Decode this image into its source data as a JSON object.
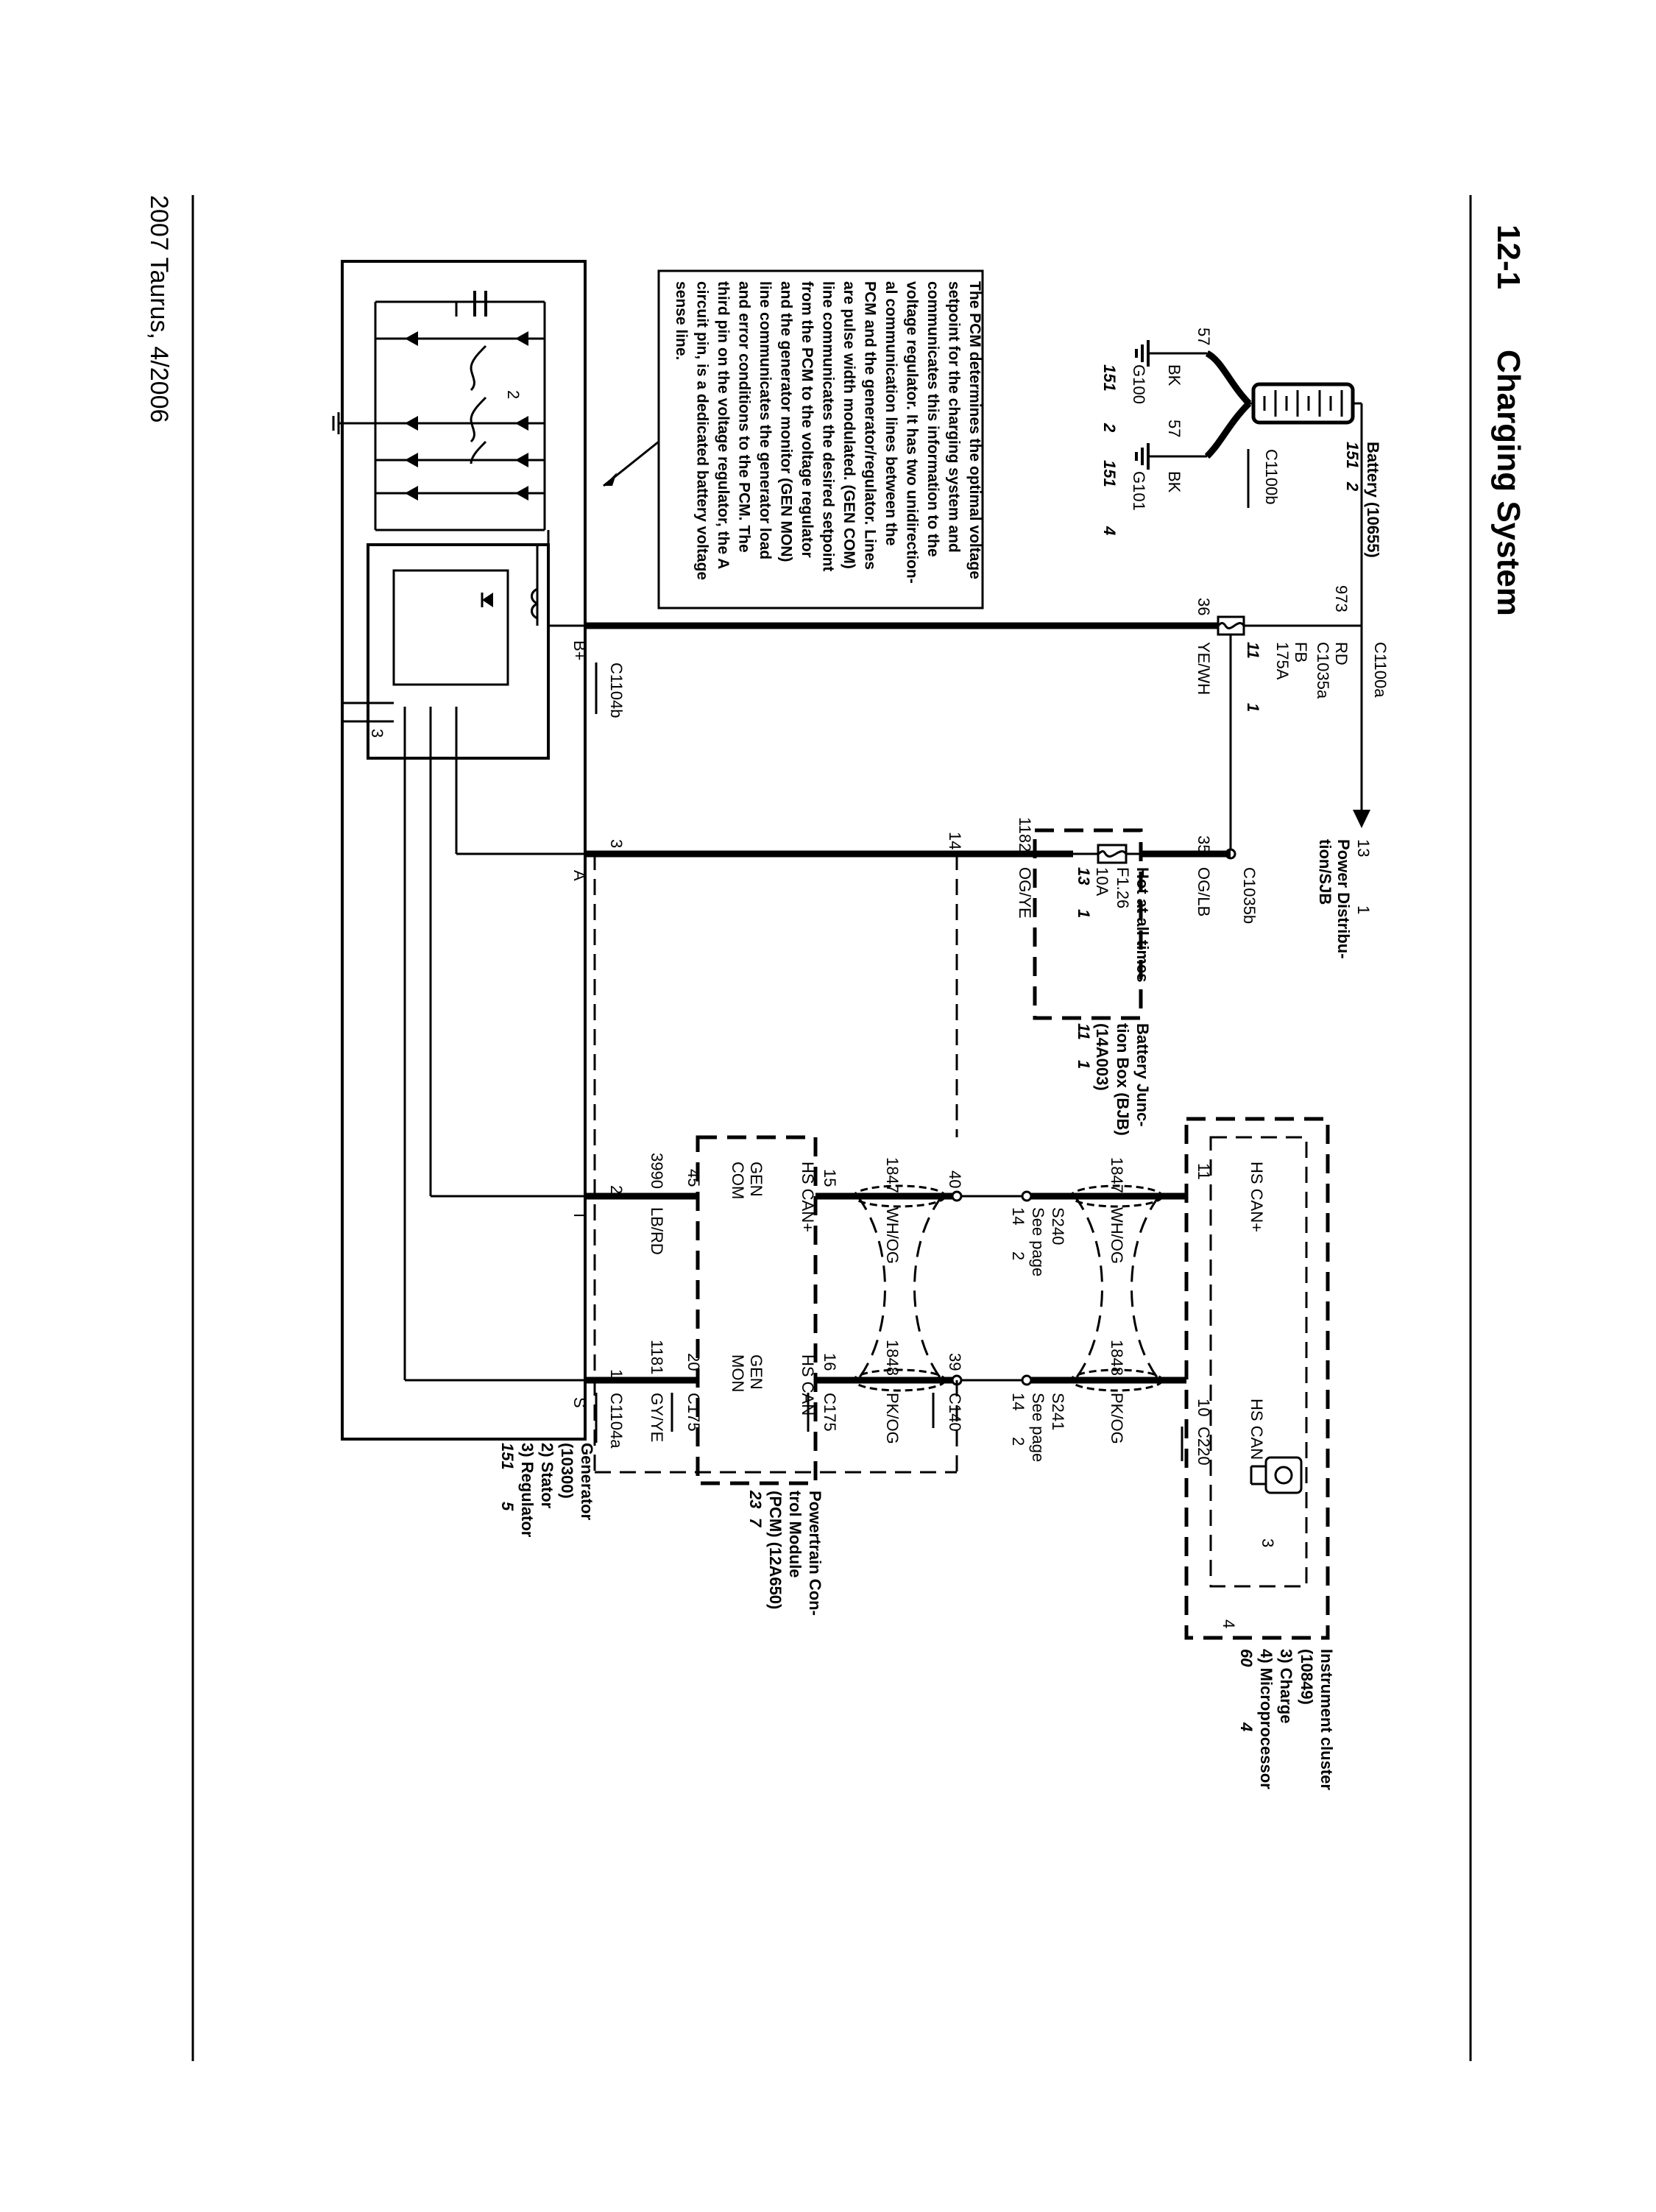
{
  "header": {
    "page_number": "12-1",
    "title": "Charging System"
  },
  "footer": {
    "edition": "2007 Taurus, 4/2006"
  },
  "note": {
    "lines": [
      "The PCM determines the optimal voltage",
      "setpoint for the charging system and",
      "communicates this information to the",
      "voltage regulator. It has two unidirection-",
      "al communication lines between the",
      "PCM and the generator/regulator. Lines",
      "are pulse width modulated. (GEN COM)",
      "line communicates the desired setpoint",
      "from the PCM to the voltage regulator",
      "and the generator monitor (GEN MON)",
      "line communicates the generator load",
      "and error conditions to the PCM. The",
      "third pin on the voltage regulator, the A",
      "circuit pin, is a dedicated battery voltage",
      "sense line."
    ]
  },
  "battery": {
    "name": "Battery (10655)",
    "ref_page": "151",
    "ref_grid": "2",
    "connector": "C1100b",
    "circuit": "973",
    "ground_circuit": "57",
    "ground_color": "BK",
    "g100": {
      "name": "G100",
      "page": "151",
      "grid": "2"
    },
    "g101": {
      "name": "G101",
      "page": "151",
      "grid": "4"
    }
  },
  "main_wire": {
    "connector_a": "C1100a",
    "color_rd": "RD",
    "c1035a": "C1035a",
    "fuse_name": "FB",
    "fuse_rating": "175A",
    "fuse_page": "11",
    "fuse_grid": "1",
    "circuit_36": "36",
    "color_yewh": "YE/WH",
    "power_dist_page": "13",
    "power_dist_grid": "1",
    "power_dist_line1": "Power Distribu-",
    "power_dist_line2": "tion/SJB"
  },
  "bjb": {
    "connector": "C1035b",
    "pin_35": "35",
    "color_oglb": "OG/LB",
    "hot": "Hot at all times",
    "fuse": "F1.26",
    "rating": "10A",
    "fuse_page": "13",
    "fuse_grid": "1",
    "name_line1": "Battery Junc-",
    "name_line2": "tion Box (BJB)",
    "name_line3": "(14A003)",
    "page": "11",
    "grid": "1",
    "circuit_1182": "1182",
    "color_ogye": "OG/YE",
    "pin_14": "14"
  },
  "cluster": {
    "name_line1": "Instrument cluster",
    "name_line2": "(10849)",
    "item3": "3) Charge",
    "item4": "4) Microprocessor",
    "page": "60",
    "grid": "4",
    "hs_can_plus": "HS CAN+",
    "hs_can": "HS CAN",
    "pin_11": "11",
    "pin_10": "10",
    "connector": "C220",
    "num3": "3",
    "num4": "4"
  },
  "can_bus": {
    "circuit_1847": "1847",
    "circuit_1848": "1848",
    "color_whog": "WH/OG",
    "color_pkog": "PK/OG",
    "s240": "S240",
    "s241": "S241",
    "see_page": "See page",
    "see_num": "14",
    "see_grid": "2",
    "c140": "C140",
    "pin_40": "40",
    "pin_39": "39"
  },
  "pcm": {
    "name_line1": "Powertrain Con-",
    "name_line2": "trol Module",
    "name_line3": "(PCM) (12A650)",
    "page": "23",
    "grid": "7",
    "hs_can_plus": "HS CAN+",
    "hs_can": "HS CAN",
    "gen": "GEN",
    "com": "COM",
    "mon": "MON",
    "pin_15": "15",
    "pin_16": "16",
    "pin_45": "45",
    "pin_20": "20",
    "connector": "C175",
    "circuit_3990": "3990",
    "circuit_1181": "1181",
    "color_lbrd": "LB/RD",
    "color_gyye": "GY/YE"
  },
  "generator": {
    "name_line1": "Generator",
    "name_line2": "(10300)",
    "item2": "2) Stator",
    "item3": "3) Regulator",
    "page": "151",
    "grid": "5",
    "c1104a": "C1104a",
    "c1104b": "C1104b",
    "bplus": "B+",
    "pin_a": "A",
    "pin_i": "I",
    "pin_s": "S",
    "pin_3": "3",
    "pin_2": "2",
    "pin_1": "1",
    "label_2": "2",
    "label_3": "3"
  }
}
